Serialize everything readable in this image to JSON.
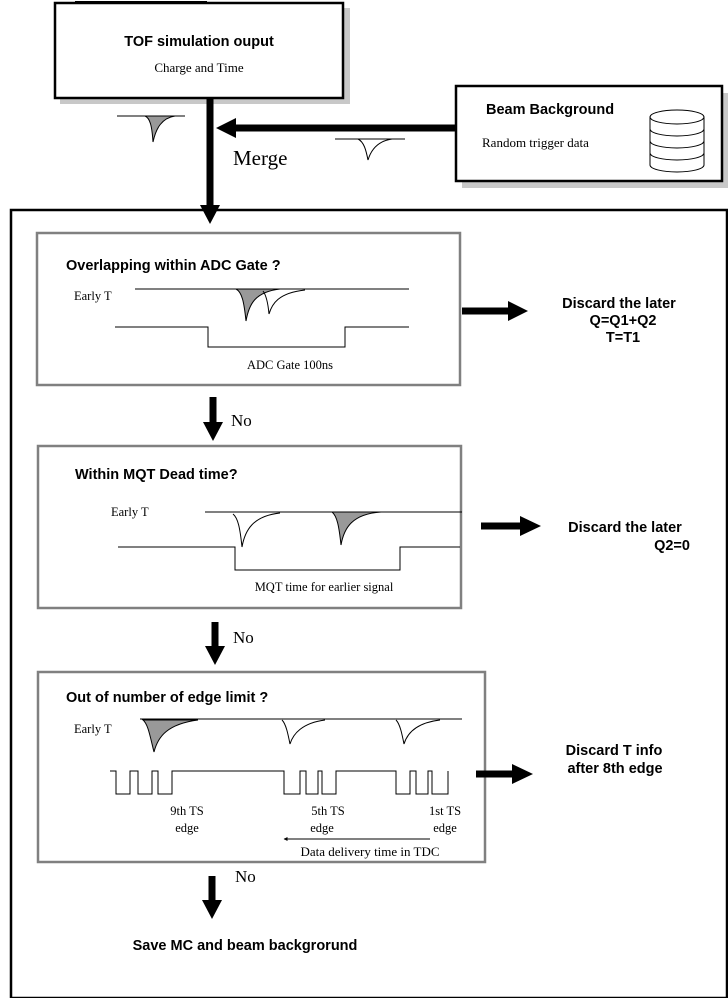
{
  "source": {
    "title": "TOF simulation ouput",
    "subtitle": "Charge and Time"
  },
  "background": {
    "title": "Beam Background",
    "subtitle": "Random trigger data",
    "icon": "database-icon"
  },
  "merge_label": "Merge",
  "checks": [
    {
      "title": "Overlapping within ADC Gate ?",
      "early_label": "Early T",
      "gate_label": "ADC Gate 100ns",
      "result": [
        "Discard the later",
        "Q=Q1+Q2",
        "T=T1"
      ]
    },
    {
      "title": "Within MQT Dead time?",
      "early_label": "Early T",
      "gate_label": "MQT time for earlier signal",
      "result": [
        "Discard the later",
        "Q2=0"
      ]
    },
    {
      "title": "Out of number of edge limit ?",
      "early_label": "Early T",
      "edges": [
        [
          "9th TS",
          "edge"
        ],
        [
          "5th TS",
          "edge"
        ],
        [
          "1st TS",
          "edge"
        ]
      ],
      "delivery_label": "Data delivery time in TDC",
      "result": [
        "Discard T info",
        "after 8th edge"
      ]
    }
  ],
  "no_label": "No",
  "final": "Save MC and beam backgrorund",
  "colors": {
    "line": "#000000",
    "box_border": "#808080",
    "pulse_fill": "#999999",
    "shadow": "#c8c8c8"
  }
}
